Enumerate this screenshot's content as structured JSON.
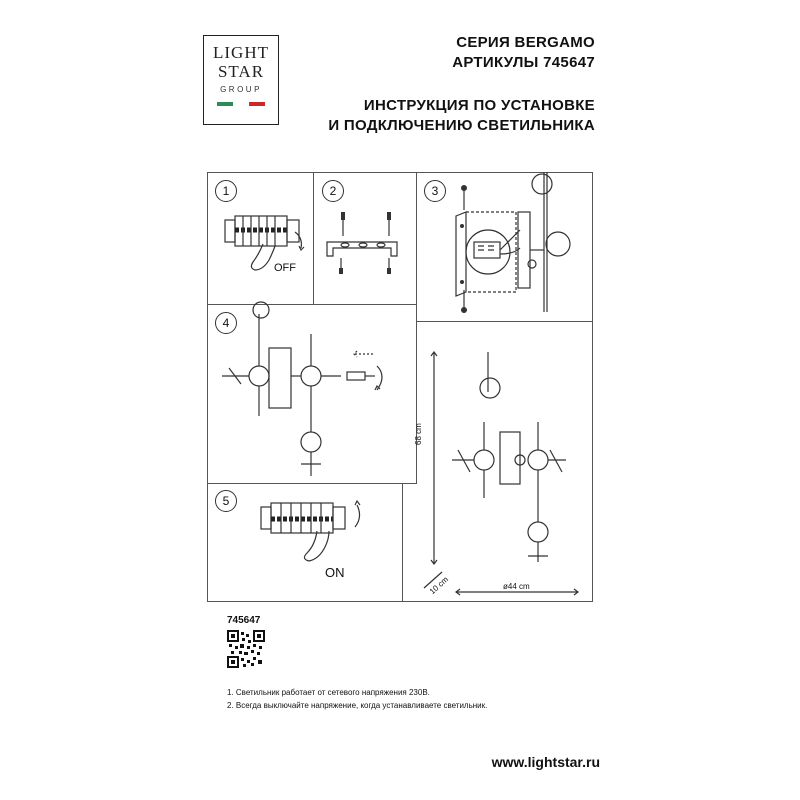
{
  "logo": {
    "line1": "LIGHT",
    "line2": "STAR",
    "line3": "GROUP",
    "flag_colors": [
      "#2e8b57",
      "#ffffff",
      "#cc2a2a"
    ]
  },
  "header": {
    "series": "СЕРИЯ BERGAMO",
    "article": "АРТИКУЛЫ 745647",
    "title_line1": "ИНСТРУКЦИЯ ПО УСТАНОВКЕ",
    "title_line2": "И ПОДКЛЮЧЕНИЮ СВЕТИЛЬНИКА"
  },
  "steps": [
    {
      "number": "1",
      "caption": "OFF"
    },
    {
      "number": "2"
    },
    {
      "number": "3"
    },
    {
      "number": "4"
    },
    {
      "number": "5",
      "caption": "ON"
    }
  ],
  "dimensions": {
    "height": "68 cm",
    "depth": "10 cm",
    "width": "ø44 cm"
  },
  "article_code": "745647",
  "notes": [
    "1. Светильник работает от сетевого напряжения 230В.",
    "2. Всегда выключайте напряжение, когда устанавливаете светильник."
  ],
  "website": "www.lightstar.ru"
}
